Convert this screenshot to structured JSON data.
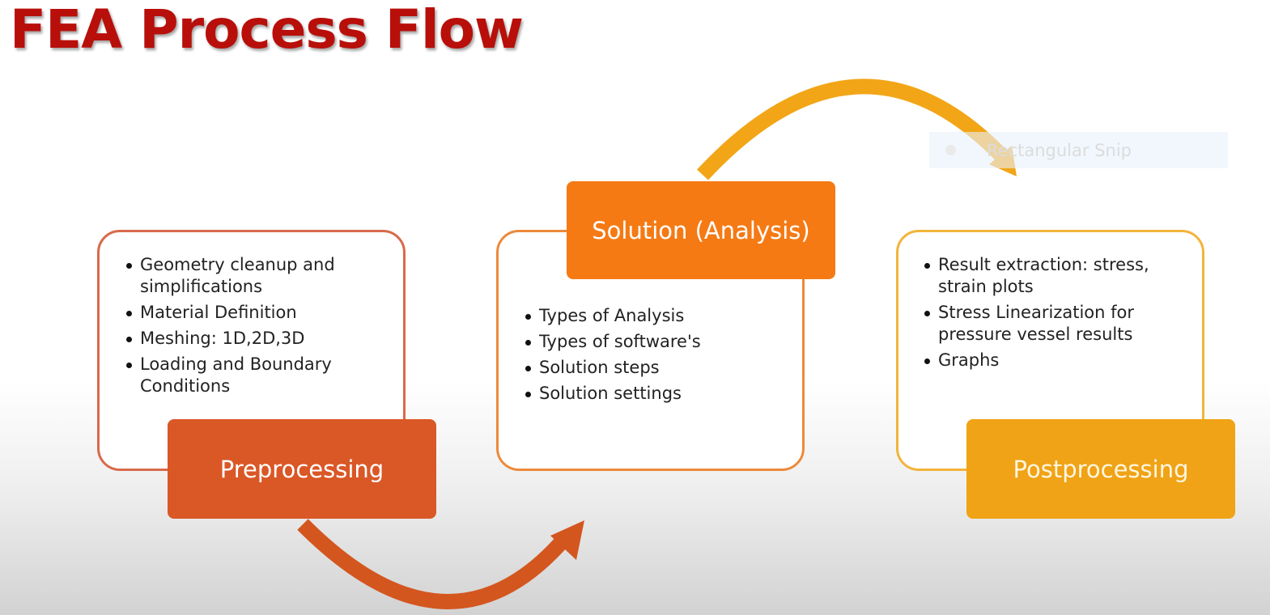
{
  "title": "FEA Process Flow",
  "stages": [
    {
      "label": "Preprocessing",
      "bullets": [
        "Geometry cleanup and simplifications",
        "Material Definition",
        "Meshing: 1D,2D,3D",
        "Loading and Boundary Conditions"
      ]
    },
    {
      "label": "Solution (Analysis)",
      "bullets": [
        "Types of Analysis",
        "Types of software's",
        "Solution steps",
        "Solution settings"
      ]
    },
    {
      "label": "Postprocessing",
      "bullets": [
        "Result extraction: stress, strain plots",
        "Stress Linearization for pressure vessel results",
        "Graphs"
      ]
    }
  ],
  "overlay": {
    "label": "Rectangular Snip"
  },
  "colors": {
    "title": "#b80f0a",
    "preprocessing": "#da5726",
    "solution": "#f57a14",
    "postprocessing": "#f0a316"
  }
}
